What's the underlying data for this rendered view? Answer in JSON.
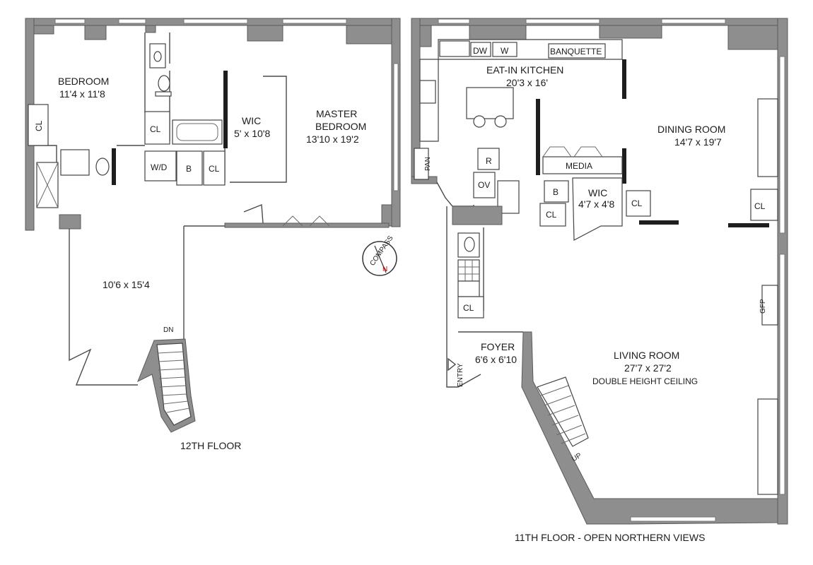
{
  "floor12": {
    "bedroom_name": "BEDROOM",
    "bedroom_size": "11'4 x 11'8",
    "master_name_1": "MASTER",
    "master_name_2": "BEDROOM",
    "master_size": "13'10 x 19'2",
    "wic_name": "WIC",
    "wic_size": "5' x 10'8",
    "landing_size": "10'6 x 15'4",
    "closet_label": "CL",
    "washer_dryer_label": "W/D",
    "bath_label": "B",
    "stair_label": "DN",
    "caption": "12TH FLOOR"
  },
  "compass": {
    "text": "COMPASS",
    "north": "N"
  },
  "floor11": {
    "kitchen_name": "EAT-IN KITCHEN",
    "kitchen_size": "20'3 x 16'",
    "dw_label": "DW",
    "w_label": "W",
    "banquette_label": "BANQUETTE",
    "pantry_label": "PAN",
    "refrigerator_label": "R",
    "oven_label": "OV",
    "media_label": "MEDIA",
    "bath_label": "B",
    "closet_label": "CL",
    "wic_name": "WIC",
    "wic_size": "4'7 x 4'8",
    "dining_name": "DINING ROOM",
    "dining_size": "14'7 x 19'7",
    "foyer_name": "FOYER",
    "foyer_size": "6'6 x 6'10",
    "entry_label": "ENTRY",
    "living_name": "LIVING ROOM",
    "living_size": "27'7 x 27'2",
    "living_note": "DOUBLE HEIGHT CEILING",
    "fireplace_label": "GFP",
    "stair_label": "UP",
    "caption": "11TH FLOOR  -  OPEN NORTHERN VIEWS"
  }
}
